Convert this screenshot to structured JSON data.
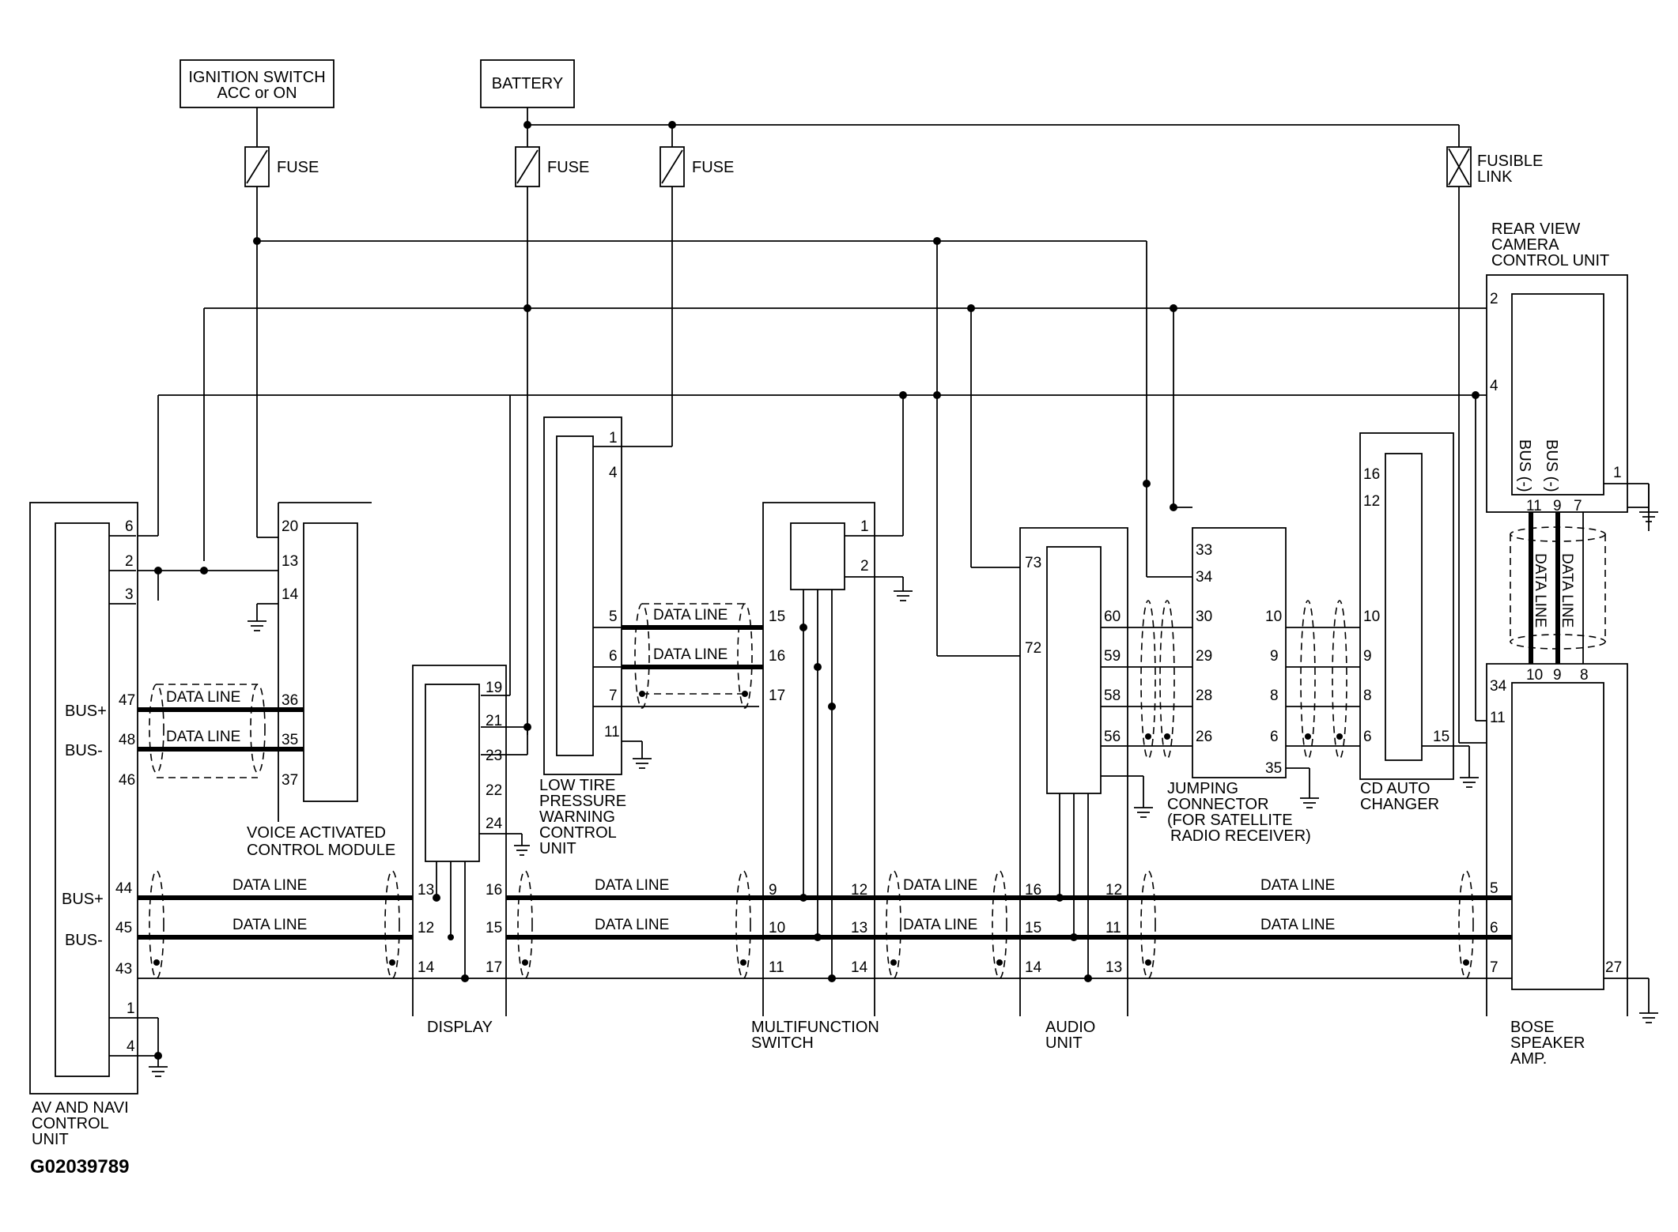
{
  "sources": {
    "ignition": [
      "IGNITION SWITCH",
      "ACC or ON"
    ],
    "battery": "BATTERY"
  },
  "fuse_label": "FUSE",
  "fusible_link": [
    "FUSIBLE",
    "LINK"
  ],
  "units": {
    "av_navi": [
      "AV AND NAVI",
      "CONTROL",
      "UNIT"
    ],
    "voice": [
      "VOICE ACTIVATED",
      "CONTROL MODULE"
    ],
    "display": "DISPLAY",
    "ltpw": [
      "LOW TIRE",
      "PRESSURE",
      "WARNING",
      "CONTROL",
      "UNIT"
    ],
    "multifunction": [
      "MULTIFUNCTION",
      "SWITCH"
    ],
    "audio": [
      "AUDIO",
      "UNIT"
    ],
    "jumping": [
      "JUMPING",
      "CONNECTOR",
      "(FOR SATELLITE",
      "RADIO RECEIVER)"
    ],
    "cd": [
      "CD AUTO",
      "CHANGER"
    ],
    "rear_camera": [
      "REAR VIEW",
      "CAMERA",
      "CONTROL UNIT"
    ],
    "bose": [
      "BOSE",
      "SPEAKER",
      "AMP."
    ]
  },
  "data_line": "DATA LINE",
  "bus_labels": {
    "plus": "BUS+",
    "minus": "BUS-",
    "cam_minus1": "BUS (-)",
    "cam_minus2": "BUS (-)"
  },
  "figure_id": "G02039789",
  "pins": {
    "av": [
      "6",
      "2",
      "3",
      "47",
      "48",
      "46",
      "44",
      "45",
      "43",
      "1",
      "4"
    ],
    "voice": [
      "20",
      "13",
      "14",
      "36",
      "35",
      "37"
    ],
    "display": [
      "19",
      "21",
      "23",
      "22",
      "24",
      "13",
      "12",
      "14",
      "16",
      "15",
      "17"
    ],
    "ltpw": [
      "1",
      "4",
      "5",
      "6",
      "7",
      "11"
    ],
    "multi": [
      "1",
      "2",
      "15",
      "16",
      "17",
      "9",
      "10",
      "11",
      "12",
      "13",
      "14"
    ],
    "audio": [
      "73",
      "72",
      "60",
      "59",
      "58",
      "56",
      "16",
      "15",
      "14",
      "12",
      "11",
      "13"
    ],
    "jump": [
      "33",
      "34",
      "30",
      "29",
      "28",
      "26",
      "35",
      "10",
      "9",
      "8",
      "6"
    ],
    "cd": [
      "16",
      "12",
      "10",
      "9",
      "8",
      "6",
      "15"
    ],
    "cam": [
      "2",
      "4",
      "1",
      "11",
      "9",
      "7"
    ],
    "bose": [
      "10",
      "9",
      "8",
      "34",
      "11",
      "5",
      "6",
      "7",
      "27"
    ]
  }
}
